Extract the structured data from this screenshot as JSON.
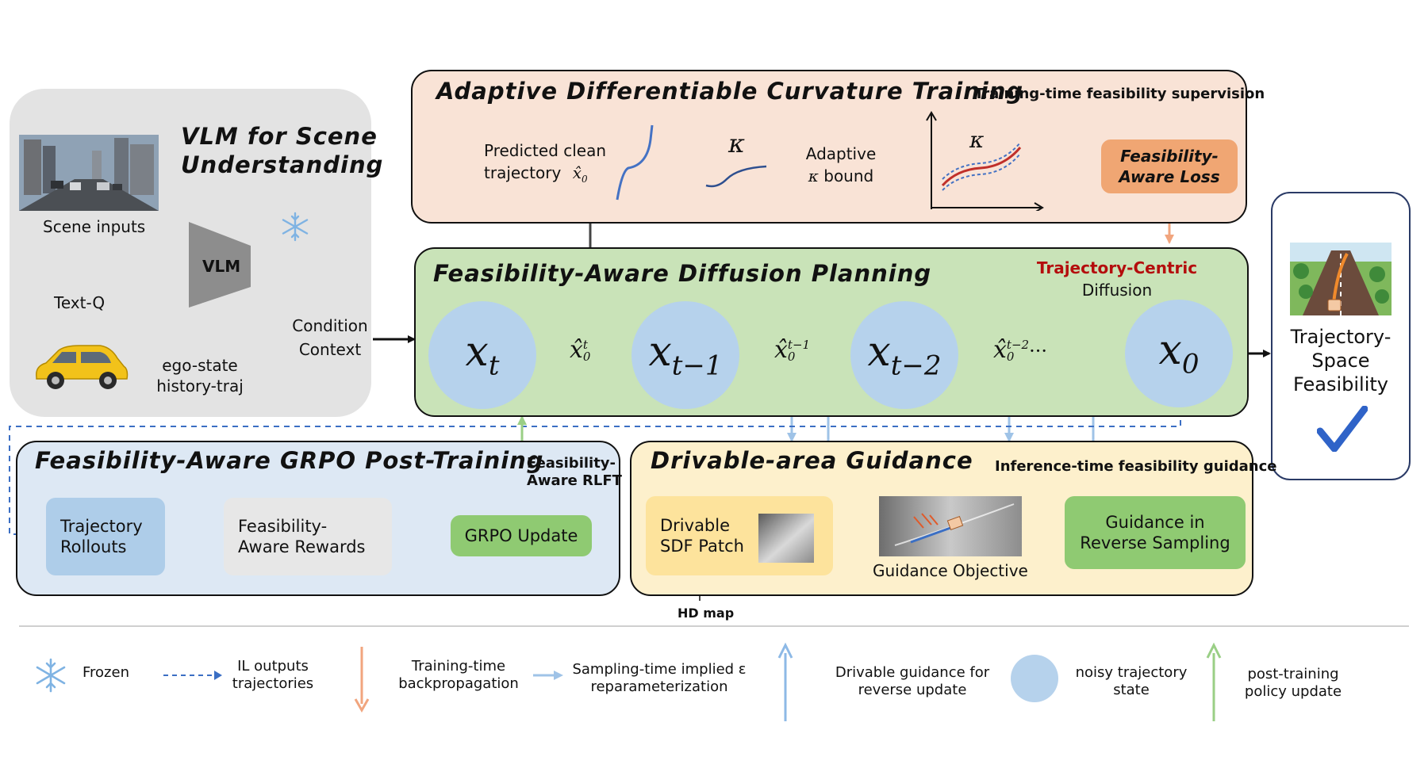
{
  "colors": {
    "vlm_panel": "#e3e3e3",
    "curvature_panel": "#f9e3d6",
    "diffusion_panel": "#c9e3b8",
    "grpo_panel": "#dde8f4",
    "guidance_panel": "#fdf0cc",
    "orange_box": "#f0a673",
    "green_box": "#8fca72",
    "blue_box": "#aecde9",
    "gray_box": "#e7e7e7",
    "light_blue_arrow": "#9fc3e7",
    "orange_arrow": "#f1a57e",
    "green_arrow": "#9acf86",
    "red_text": "#b40d0d",
    "check": "#2f63c8"
  },
  "vlm": {
    "title_line1": "VLM for Scene",
    "title_line2": "Understanding",
    "scene_inputs": "Scene inputs",
    "text_q": "Text-Q",
    "vlm_label": "VLM",
    "ego_state": "ego-state",
    "history_traj": "history-traj",
    "condition": "Condition",
    "context": "Context",
    "frozen_icon": "snowflake-icon",
    "car_icon": "car-icon",
    "scene_image_icon": "street-scene-image"
  },
  "curvature": {
    "title": "Adaptive Differentiable Curvature Training",
    "subtitle": "Training-time feasibility supervision",
    "predicted_line1": "Predicted clean",
    "predicted_line2": "trajectory",
    "x0_hat": "x̂",
    "x0_sub": "0",
    "kappa": "κ",
    "adaptive": "Adaptive",
    "bound": "bound",
    "loss_line1": "Feasibility-",
    "loss_line2": "Aware Loss"
  },
  "diffusion": {
    "title": "Feasibility-Aware Diffusion Planning",
    "tc_red": "Trajectory-Centric",
    "tc_black": "Diffusion",
    "states": [
      {
        "base": "x",
        "sub": "t"
      },
      {
        "base": "x",
        "sub": "t−1"
      },
      {
        "base": "x",
        "sub": "t−2"
      },
      {
        "base": "x",
        "sub": "0"
      }
    ],
    "hats": [
      {
        "base": "x̂",
        "sub": "0",
        "sup": "t",
        "tail": ""
      },
      {
        "base": "x̂",
        "sub": "0",
        "sup": "t−1",
        "tail": ""
      },
      {
        "base": "x̂",
        "sub": "0",
        "sup": "t−2",
        "tail": "···"
      }
    ]
  },
  "grpo": {
    "title": "Feasibility-Aware GRPO Post-Training",
    "rollouts_line1": "Trajectory",
    "rollouts_line2": "Rollouts",
    "rewards_line1": "Feasibility-",
    "rewards_line2": "Aware Rewards",
    "update": "GRPO Update",
    "rlft_line1": "Feasibility-",
    "rlft_line2": "Aware RLFT"
  },
  "guidance": {
    "title": "Drivable-area Guidance",
    "subtitle": "Inference-time feasibility guidance",
    "sdf_line1": "Drivable",
    "sdf_line2": "SDF Patch",
    "objective": "Guidance Objective",
    "reverse_line1": "Guidance in",
    "reverse_line2": "Reverse Sampling",
    "hd_map": "HD map"
  },
  "output": {
    "line1": "Trajectory-",
    "line2": "Space",
    "line3": "Feasibility",
    "road_icon": "road-trajectory-icon",
    "check_icon": "checkmark-icon"
  },
  "legend": [
    {
      "icon": "snowflake-icon",
      "line1": "Frozen",
      "line2": ""
    },
    {
      "icon": "dashed-arrow-icon",
      "line1": "IL outputs",
      "line2": "trajectories"
    },
    {
      "icon": "orange-arrow-icon",
      "line1": "Training-time",
      "line2": "backpropagation"
    },
    {
      "icon": "light-blue-arrow-icon",
      "line1": "Sampling-time implied ε",
      "line2": "reparameterization"
    },
    {
      "icon": "blue-up-arrow-icon",
      "line1": "Drivable guidance for",
      "line2": "reverse update"
    },
    {
      "icon": "circle-icon",
      "line1": "noisy trajectory",
      "line2": "state"
    },
    {
      "icon": "green-up-arrow-icon",
      "line1": "post-training",
      "line2": "policy update"
    }
  ]
}
